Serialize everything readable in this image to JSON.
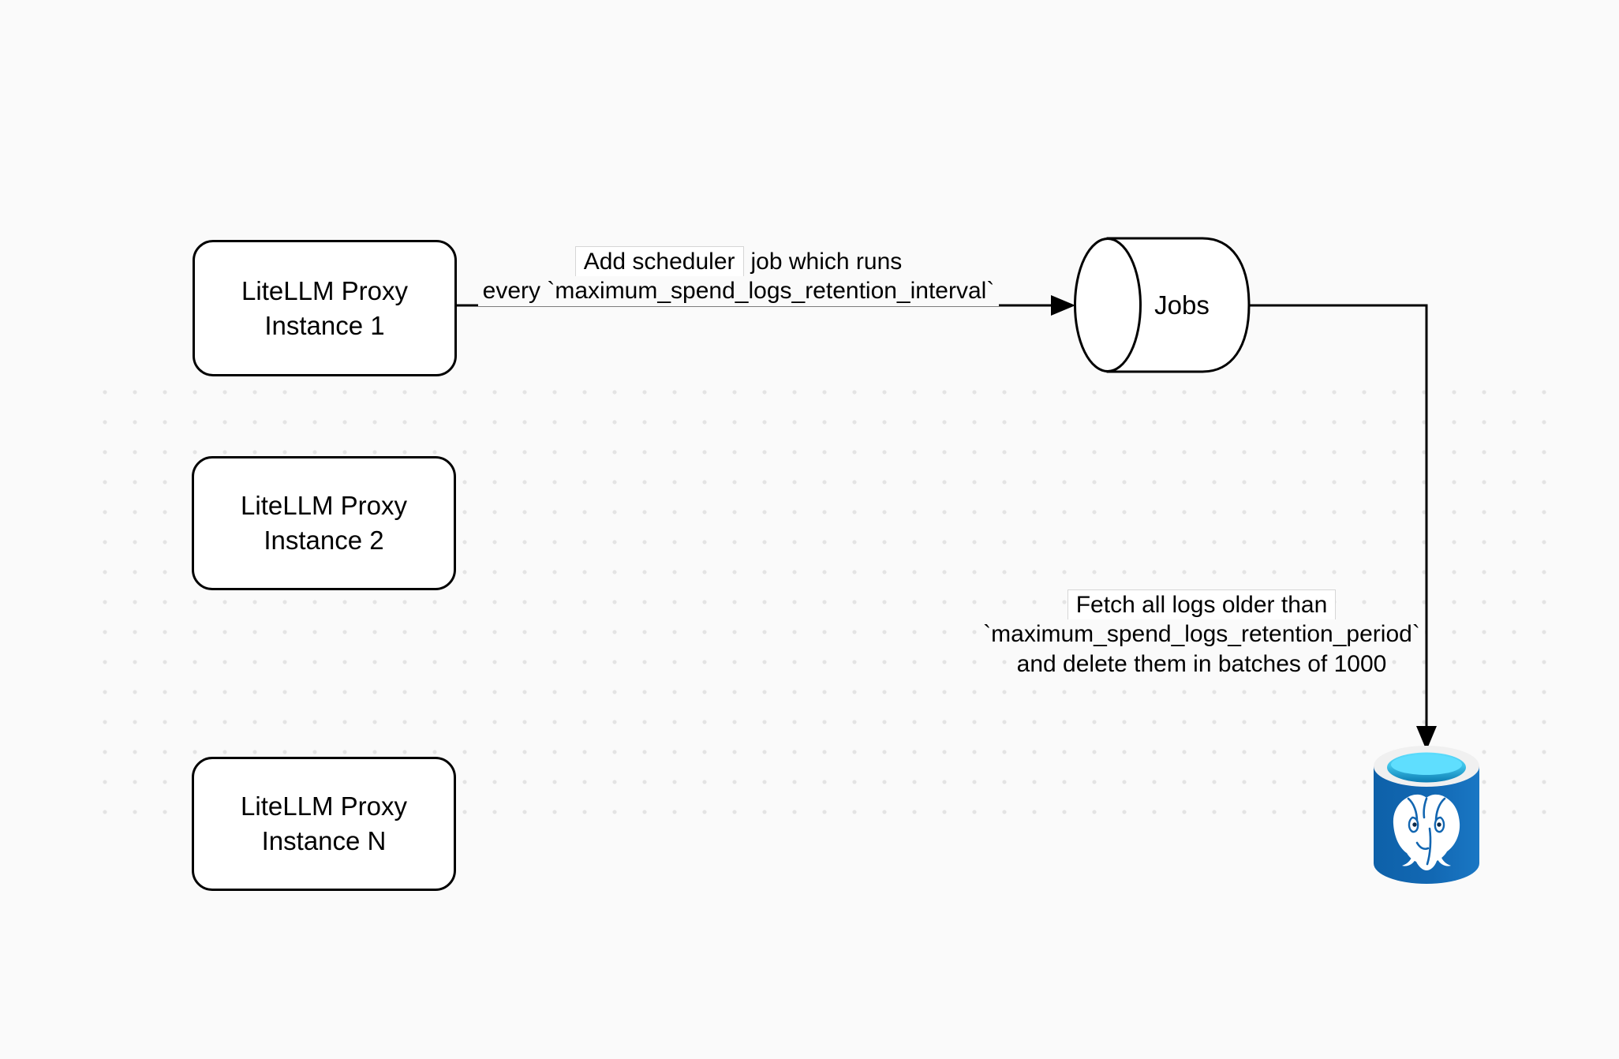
{
  "proxy_boxes": [
    {
      "line1": "LiteLLM Proxy",
      "line2": "Instance 1"
    },
    {
      "line1": "LiteLLM Proxy",
      "line2": "Instance 2"
    },
    {
      "line1": "LiteLLM Proxy",
      "line2": "Instance N"
    }
  ],
  "jobs_node": {
    "label": "Jobs"
  },
  "edge_scheduler": {
    "chip": "Add scheduler",
    "rest": "job which runs",
    "line2": "every `maximum_spend_logs_retention_interval`"
  },
  "edge_fetch": {
    "line1": "Fetch all logs older than",
    "line2": "`maximum_spend_logs_retention_period`",
    "line3": "and delete them in batches of 1000"
  },
  "colors": {
    "canvas_bg": "#fafafa",
    "grid_dot": "#e4e4e4",
    "shape_stroke": "#000000",
    "shape_fill": "#ffffff",
    "label_chip_border": "#d6d6d6",
    "postgres_blue_dark": "#0e61a9",
    "postgres_blue_light": "#1a77c4",
    "postgres_ring": "#f0f0f0",
    "postgres_cyan": "#5fdefe",
    "postgres_teal": "#0c7cb3"
  }
}
